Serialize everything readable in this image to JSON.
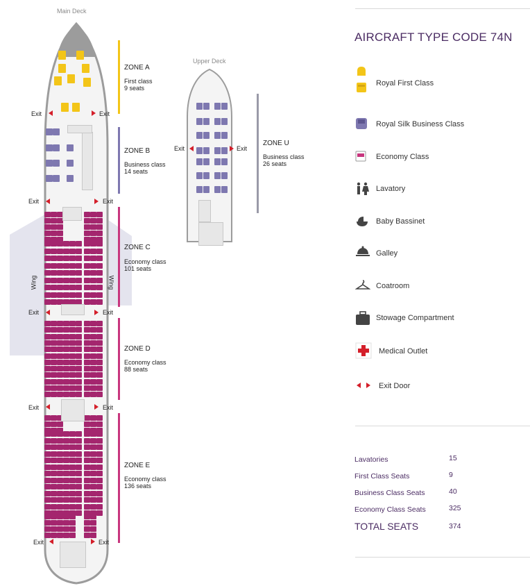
{
  "main_deck": {
    "label": "Main Deck",
    "exits": [
      "Exit",
      "Exit",
      "Exit",
      "Exit",
      "Exit",
      "Exit",
      "Exit",
      "Exit",
      "Exit",
      "Exit"
    ],
    "wing_label": "Wing",
    "zones": [
      {
        "name": "ZONE A",
        "cls": "First class",
        "seats": "9 seats",
        "color": "#f3c518"
      },
      {
        "name": "ZONE B",
        "cls": "Business class",
        "seats": "14 seats",
        "color": "#7e78b0"
      },
      {
        "name": "ZONE C",
        "cls": "Economy class",
        "seats": "101 seats",
        "color": "#c8367e"
      },
      {
        "name": "ZONE D",
        "cls": "Economy class",
        "seats": "88 seats",
        "color": "#c8367e"
      },
      {
        "name": "ZONE E",
        "cls": "Economy class",
        "seats": "136 seats",
        "color": "#c8367e"
      }
    ]
  },
  "upper_deck": {
    "label": "Upper Deck",
    "exits": [
      "Exit",
      "Exit"
    ],
    "zone": {
      "name": "ZONE U",
      "cls": "Business class",
      "seats": "26 seats",
      "color": "#9a9aa8"
    }
  },
  "title": "AIRCRAFT TYPE CODE 74N",
  "legend": [
    {
      "icon": "royal-first-class-icon",
      "label": "Royal First Class"
    },
    {
      "icon": "royal-silk-business-class-icon",
      "label": "Royal Silk Business Class"
    },
    {
      "icon": "economy-class-icon",
      "label": "Economy Class"
    },
    {
      "icon": "lavatory-icon",
      "label": "Lavatory"
    },
    {
      "icon": "baby-bassinet-icon",
      "label": "Baby Bassinet"
    },
    {
      "icon": "galley-icon",
      "label": "Galley"
    },
    {
      "icon": "coatroom-icon",
      "label": "Coatroom"
    },
    {
      "icon": "stowage-compartment-icon",
      "label": "Stowage Compartment"
    },
    {
      "icon": "medical-outlet-icon",
      "label": "Medical Outlet"
    },
    {
      "icon": "exit-door-icon",
      "label": "Exit Door"
    }
  ],
  "stats": [
    {
      "label": "Lavatories",
      "value": "15"
    },
    {
      "label": "First Class Seats",
      "value": "9"
    },
    {
      "label": "Business Class Seats",
      "value": "40"
    },
    {
      "label": "Economy Class Seats",
      "value": "325"
    }
  ],
  "total": {
    "label": "TOTAL SEATS",
    "value": "374"
  },
  "colors": {
    "accent": "#4b2c63",
    "economy": "#a4266e",
    "business": "#7e78b0",
    "first": "#f3c518",
    "exit": "#d41f2a"
  }
}
